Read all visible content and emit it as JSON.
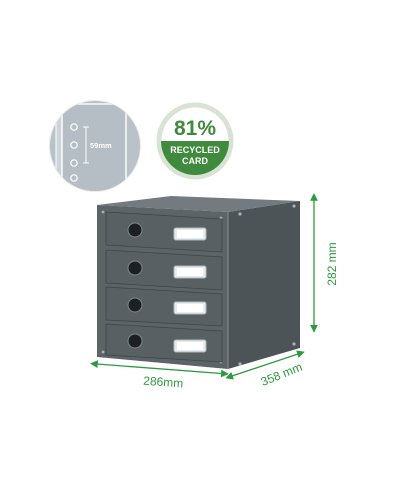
{
  "detail_inset": {
    "dimension_label": "59mm"
  },
  "recycle_badge": {
    "percent": "81%",
    "line1": "RECYCLED",
    "line2": "CARD",
    "colors": {
      "green": "#3f8a3c",
      "ring": "#d9e3d4"
    }
  },
  "product": {
    "drawer_count": 4,
    "colors": {
      "front": "#5d6468",
      "side": "#4d5458",
      "top": "#737b80",
      "drawer": "#596064"
    }
  },
  "dimensions": {
    "width": "286mm",
    "depth": "358 mm",
    "height": "282 mm",
    "line_color": "#2e9a3f"
  },
  "inset_colors": {
    "background": "#b9c2c8",
    "sheet": "#ffffff"
  }
}
